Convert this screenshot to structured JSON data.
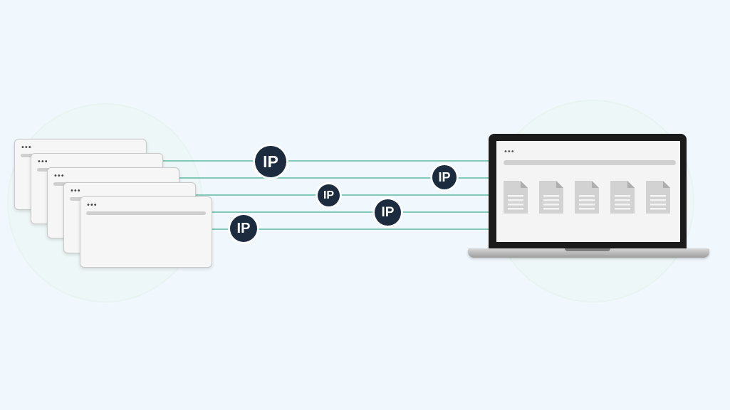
{
  "ip_badges": [
    {
      "label": "IP"
    },
    {
      "label": "IP"
    },
    {
      "label": "IP"
    },
    {
      "label": "IP"
    },
    {
      "label": "IP"
    }
  ],
  "window_dots": "•••",
  "colors": {
    "background": "#f1f8fd",
    "connection_line": "#5fb9a2",
    "badge_fill": "#1d2b3f",
    "badge_text": "#ffffff",
    "window_fill": "#f6f6f6",
    "document_fill": "#d2d2d2",
    "laptop_bezel": "#1b1b1b"
  },
  "icons": {
    "browser_window": "browser-window-icon",
    "laptop": "laptop-icon",
    "document": "document-icon"
  }
}
